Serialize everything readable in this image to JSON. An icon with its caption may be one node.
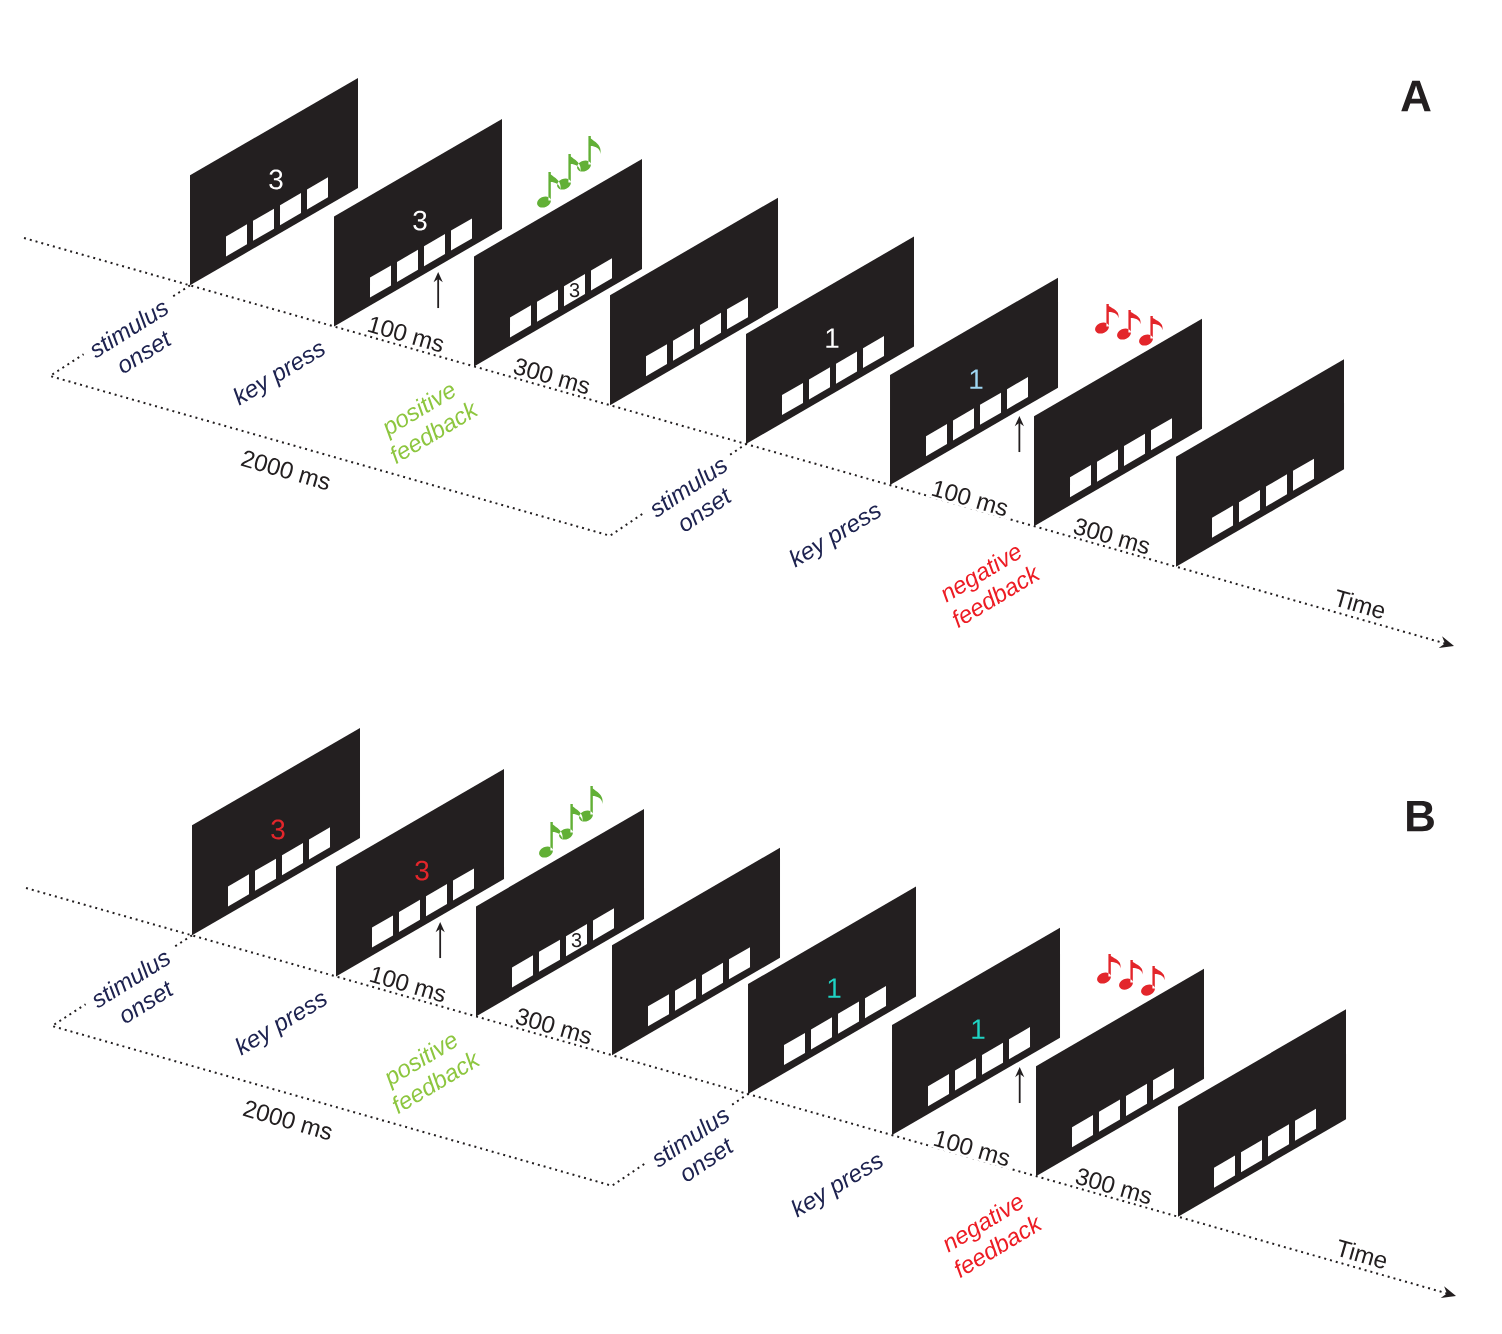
{
  "diagram": {
    "nodes": [
      {
        "text": [
          "3"
        ]
      },
      {
        "text": [
          "3"
        ]
      },
      {
        "text": [],
        "shape": "parallelogram"
      },
      {
        "text": [
          "3"
        ],
        "in": 2
      },
      {
        "text": [],
        "shape": "parallelogram"
      },
      {
        "text": [
          "1"
        ]
      },
      {
        "text": [
          "1"
        ]
      },
      {
        "text": [],
        "shape": "parallelogram"
      },
      {
        "text": [],
        "shape": "parallelogram"
      },
      {
        "text": [
          "3"
        ]
      },
      {
        "text": [
          "3"
        ]
      },
      {
        "text": [],
        "shape": "parallelogram"
      },
      {
        "text": [
          "3"
        ],
        "in": 11
      },
      {
        "text": [],
        "shape": "parallelogram"
      },
      {
        "text": [
          "1"
        ]
      },
      {
        "text": [
          "1"
        ]
      },
      {
        "text": [],
        "shape": "parallelogram"
      },
      {
        "text": [],
        "shape": "parallelogram"
      }
    ],
    "labels": [
      "A",
      "stimulus onset",
      "key press",
      "100 ms",
      "positive feedback",
      "300 ms",
      "2000 ms",
      "stimulus onset",
      "key press",
      "100 ms",
      "negative feedback",
      "300 ms",
      "Time",
      "B",
      "stimulus onset",
      "key press",
      "100 ms",
      "positive feedback",
      "300 ms",
      "2000 ms",
      "stimulus onset",
      "key press",
      "100 ms",
      "negative feedback",
      "300 ms",
      "Time"
    ]
  }
}
